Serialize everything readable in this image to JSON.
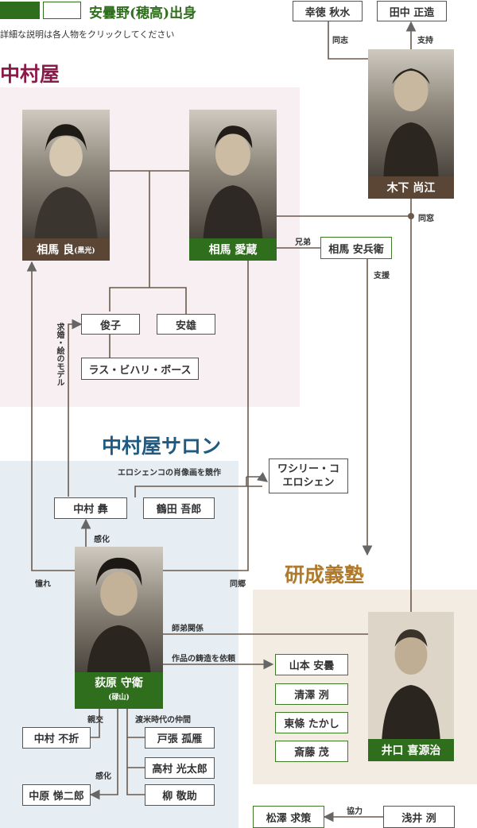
{
  "header": {
    "title": "安曇野(穂高)出身",
    "subtitle": "詳細な説明は各人物をクリックしてください"
  },
  "sections": {
    "nakamuraya": "中村屋",
    "salon": "中村屋サロン",
    "kensei": "研成義塾"
  },
  "people": {
    "kotoku": "幸徳 秋水",
    "tanaka": "田中 正造",
    "kinoshita": "木下 尚江",
    "soma_ryo": "相馬 良",
    "soma_ryo_alias": "(黒光)",
    "soma_aizo": "相馬 愛蔵",
    "soma_yasubei": "相馬 安兵衛",
    "toshiko": "俊子",
    "yasuo": "安雄",
    "bose": "ラス・ビハリ・ボース",
    "eroshenko": "ワシリー・コ\nエロシェン",
    "nakamura_tsune": "中村 彝",
    "tsuruta": "鶴田 吾郎",
    "ogiwara": "荻原 守衛",
    "ogiwara_alias": "(碌山)",
    "yamamoto": "山本 安曇",
    "kiyosawa": "清澤 洌",
    "tojo": "東條 たかし",
    "saito": "斎藤 茂",
    "iguchi": "井口 喜源治",
    "nakamura_fusetsu": "中村 不折",
    "tobari": "戸張 孤雁",
    "takamura": "高村 光太郎",
    "nakahara": "中原 悌二郎",
    "yanagi": "柳 敬助",
    "matsuzawa": "松澤 求策",
    "asai": "浅井 洌"
  },
  "relations": {
    "doshi": "同志",
    "shiji": "支持",
    "dosou": "同窓",
    "kyodai": "兄弟",
    "shien": "支援",
    "kyukon": "求婚・絵のモデル",
    "shozo": "エロシェンコの肖像画を競作",
    "kanka1": "感化",
    "akogare": "憧れ",
    "dogo": "同郷",
    "shitei": "師弟関係",
    "chuzo": "作品の鋳造を依頼",
    "shinko": "親交",
    "tobei": "渡米時代の仲間",
    "kanka2": "感化",
    "kyoryoku": "協力"
  }
}
